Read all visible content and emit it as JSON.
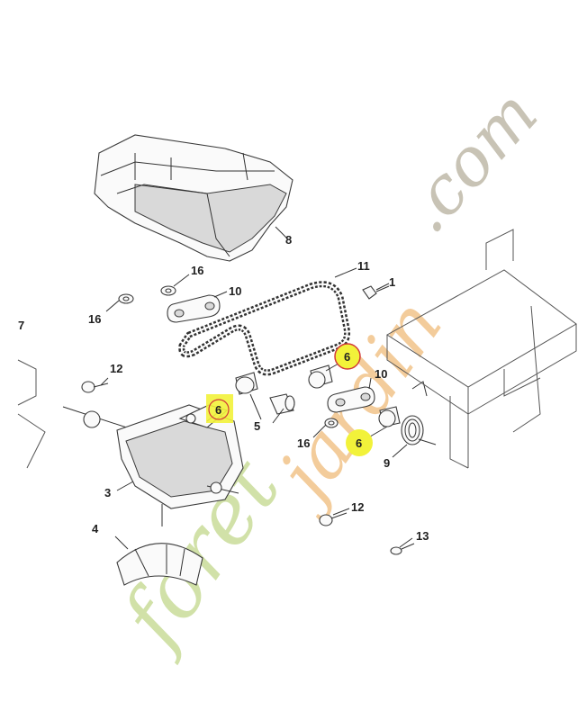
{
  "callouts": [
    {
      "id": "c8",
      "label": "8"
    },
    {
      "id": "c11",
      "label": "11"
    },
    {
      "id": "c1",
      "label": "1"
    },
    {
      "id": "c16a",
      "label": "16"
    },
    {
      "id": "c10a",
      "label": "10"
    },
    {
      "id": "c16b",
      "label": "16"
    },
    {
      "id": "c7",
      "label": "7"
    },
    {
      "id": "c6a",
      "label": "6"
    },
    {
      "id": "c12a",
      "label": "12"
    },
    {
      "id": "c10b",
      "label": "10"
    },
    {
      "id": "c6b",
      "label": "6"
    },
    {
      "id": "c5",
      "label": "5"
    },
    {
      "id": "c16c",
      "label": "16"
    },
    {
      "id": "c6c",
      "label": "6"
    },
    {
      "id": "c9",
      "label": "9"
    },
    {
      "id": "c3",
      "label": "3"
    },
    {
      "id": "c12b",
      "label": "12"
    },
    {
      "id": "c4",
      "label": "4"
    },
    {
      "id": "c13",
      "label": "13"
    }
  ],
  "watermark": {
    "text_gray": ".com",
    "text_green": "foret",
    "text_orange": "jardin",
    "color_green": "#c9dc9a",
    "color_orange": "#f2c48a",
    "color_gray": "#c8c3b5"
  },
  "highlight": {
    "color_yellow": "#f2f23a",
    "color_red": "#d23a3a"
  }
}
